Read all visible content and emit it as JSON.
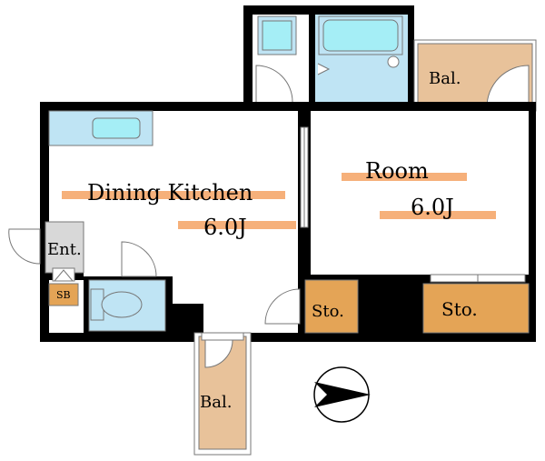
{
  "rooms": {
    "dining_kitchen": {
      "name": "Dining Kitchen",
      "size": "6.0J"
    },
    "room": {
      "name": "Room",
      "size": "6.0J"
    },
    "balcony_top": {
      "name": "Bal."
    },
    "balcony_bottom": {
      "name": "Bal."
    },
    "entrance": {
      "name": "Ent."
    },
    "shoe_box": {
      "name": "SB"
    },
    "storage_center": {
      "name": "Sto."
    },
    "storage_right": {
      "name": "Sto."
    }
  },
  "colors": {
    "wall": "#000000",
    "label_bar": "#f6b07a",
    "fixture_blue": "#bfe4f4",
    "fixture_inner": "#a5eef6",
    "balcony": "#e8c29a",
    "storage": "#e4a456",
    "entrance_floor": "#d8d8d8"
  },
  "icons": {
    "compass": "north-arrow-icon",
    "bath": "bathtub-icon",
    "sink": "washbasin-icon",
    "toilet": "toilet-icon",
    "kitchen": "kitchen-counter-icon"
  }
}
